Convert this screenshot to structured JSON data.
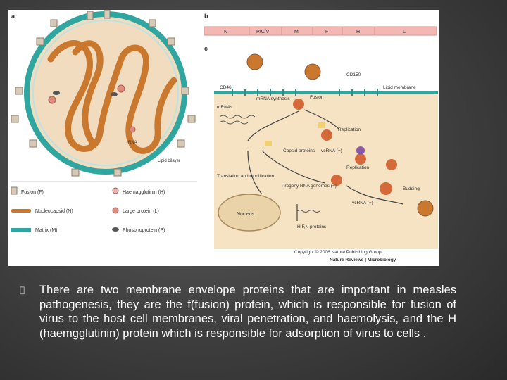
{
  "figure": {
    "panel_a": "a",
    "panel_b": "b",
    "panel_c": "c",
    "genome_segments": [
      "N",
      "P/C/V",
      "M",
      "F",
      "H",
      "L"
    ],
    "labels": {
      "rna": "RNA",
      "lipid_bilayer": "Lipid bilayer",
      "cd46": "CD46",
      "cd150": "CD150",
      "lipid_membrane": "Lipid membrane",
      "mrnas": "mRNAs",
      "mrna_synthesis": "mRNA synthesis",
      "fusion": "Fusion",
      "replication1": "Replication",
      "capsid_proteins": "Capsid proteins",
      "vcrna_plus": "vcRNA (+)",
      "replication2": "Replication",
      "translation": "Translation and modification",
      "progeny_rna": "Progeny RNA genomes (−)",
      "budding": "Budding",
      "vcrna_minus": "vcRNA (−)",
      "nucleus": "Nucleus",
      "hfn_proteins": "H,F,N proteins"
    },
    "legend": [
      {
        "label": "Fusion (F)",
        "icon": "fusion-protein-icon"
      },
      {
        "label": "Haemagglutinin (H)",
        "icon": "haemagglutinin-icon"
      },
      {
        "label": "Nucleocapsid (N)",
        "icon": "nucleocapsid-icon"
      },
      {
        "label": "Large protein (L)",
        "icon": "large-protein-icon"
      },
      {
        "label": "Matrix (M)",
        "icon": "matrix-icon"
      },
      {
        "label": "Phosphoprotein (P)",
        "icon": "phosphoprotein-icon"
      }
    ],
    "copyright": "Copyright © 2006 Nature Publishing Group",
    "journal": "Nature Reviews | Microbiology"
  },
  "bullet": {
    "glyph": "",
    "text": "There are two membrane envelope proteins that are important in measles pathogenesis, they are the f(fusion) protein, which is responsible for fusion of virus to the host cell membranes, viral penetration, and haemolysis, and the H (haemgglutinin) protein which is responsible for adsorption of virus to cells ."
  },
  "colors": {
    "slide_bg": "#4a4a4a",
    "nucleocapsid": "#c9782e",
    "matrix": "#2fa7a0",
    "cell_interior": "#f5e3c4",
    "genome_bar": "#f4b8b4"
  }
}
